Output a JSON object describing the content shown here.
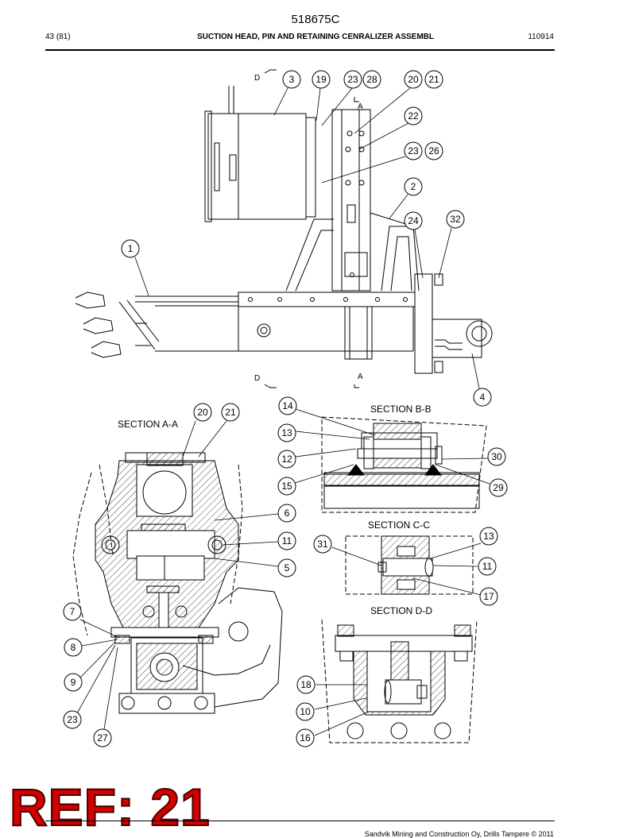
{
  "header": {
    "doc_number": "518675C",
    "page": "43 (81)",
    "title": "SUCTION HEAD, PIN AND RETAINING CENRALIZER ASSEMBL",
    "date": "110914"
  },
  "sections": {
    "aa": "SECTION A-A",
    "bb": "SECTION B-B",
    "cc": "SECTION C-C",
    "dd": "SECTION D-D"
  },
  "view_markers": {
    "d": "D",
    "a": "A"
  },
  "callouts": {
    "c3": "3",
    "c19": "19",
    "c23a": "23",
    "c28": "28",
    "c20a": "20",
    "c21a": "21",
    "c22": "22",
    "c23b": "23",
    "c26": "26",
    "c2": "2",
    "c24": "24",
    "c32": "32",
    "c1": "1",
    "c4": "4",
    "c20b": "20",
    "c21b": "21",
    "c6": "6",
    "c11a": "11",
    "c5": "5",
    "c7": "7",
    "c8": "8",
    "c9": "9",
    "c23c": "23",
    "c27": "27",
    "c14": "14",
    "c13a": "13",
    "c12": "12",
    "c15": "15",
    "c30": "30",
    "c29": "29",
    "c13b": "13",
    "c31": "31",
    "c11b": "11",
    "c17": "17",
    "c18": "18",
    "c10": "10",
    "c16": "16"
  },
  "footer": {
    "ref_banner": "REF: 21",
    "copyright": "Sandvik Mining and Construction Oy, Drills Tampere © 2011"
  }
}
